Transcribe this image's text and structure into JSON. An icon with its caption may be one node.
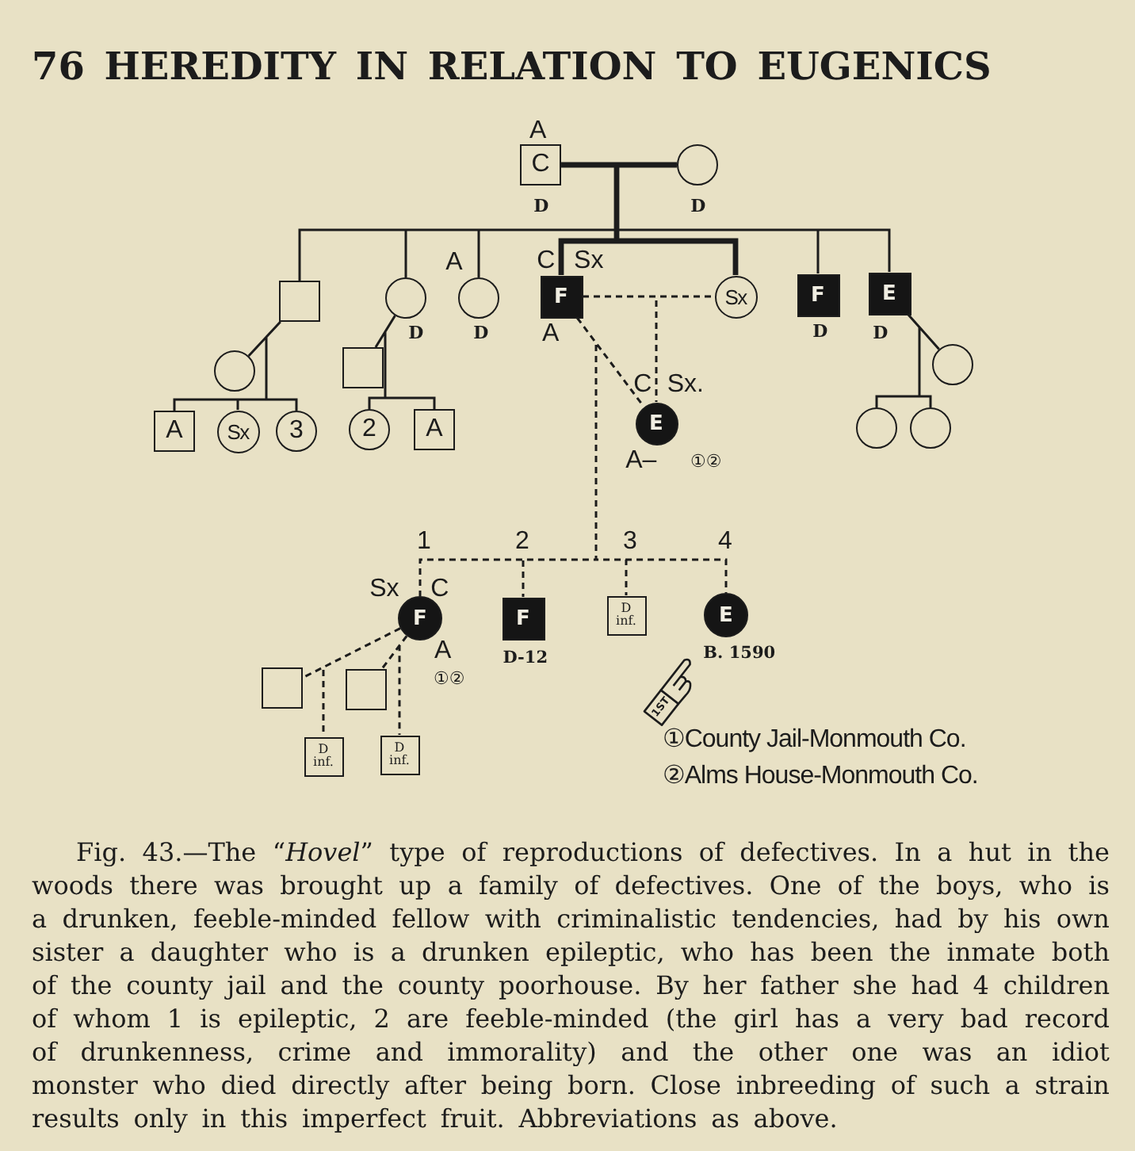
{
  "diagram": {
    "title": "76 HEREDITY IN RELATION TO EUGENICS",
    "caption": "Fig. 43.—The “*Hovel*” type of reproductions of defectives. In a hut in the woods there was brought up a family of defectives. One of the boys, who is a drunken, feeble-minded fellow with criminalistic tendencies, had by his own sister a daughter who is a drunken epileptic, who has been the inmate both of the county jail and the county poorhouse. By her father she had 4 children of whom 1 is epileptic, 2 are feeble-minded (the girl has a very bad record of drunkenness, crime and immorality) and the other one was an idiot monster who died directly after being born. Close inbreeding of such a strain results only in this imperfect fruit. Abbreviations as above.",
    "nodes": [
      {
        "text": [
          "C"
        ],
        "beside": [
          "A",
          "D"
        ]
      },
      {
        "text": [],
        "shape": "circle",
        "beside": [
          "D"
        ]
      },
      {
        "text": [],
        "shape": "box"
      },
      {
        "text": [],
        "shape": "circle",
        "beside": [
          "D"
        ]
      },
      {
        "text": [],
        "shape": "circle",
        "beside": [
          "A",
          "D"
        ]
      },
      {
        "text": [
          "F"
        ],
        "beside": [
          "C",
          "Sx",
          "A"
        ]
      },
      {
        "text": [
          "Sx"
        ]
      },
      {
        "text": [
          "F"
        ],
        "beside": [
          "D"
        ]
      },
      {
        "text": [
          "E"
        ],
        "beside": [
          "D"
        ]
      },
      {
        "text": [],
        "shape": "circle"
      },
      {
        "text": [
          "A"
        ]
      },
      {
        "text": [
          "Sx"
        ]
      },
      {
        "text": [
          "3"
        ]
      },
      {
        "text": [],
        "shape": "box"
      },
      {
        "text": [
          "2"
        ]
      },
      {
        "text": [
          "A"
        ]
      },
      {
        "text": [],
        "shape": "circle"
      },
      {
        "text": [],
        "shape": "circle"
      },
      {
        "text": [],
        "shape": "circle"
      },
      {
        "text": [
          "E"
        ],
        "beside": [
          "C",
          "Sx.",
          "A–",
          "①②"
        ]
      },
      {
        "text": [
          "F"
        ],
        "beside": [
          "1",
          "Sx",
          "C",
          "A",
          "①②"
        ]
      },
      {
        "text": [
          "F"
        ],
        "beside": [
          "2",
          "D-12"
        ]
      },
      {
        "text": [
          "D inf."
        ],
        "beside": [
          "3"
        ]
      },
      {
        "text": [
          "E"
        ],
        "beside": [
          "4",
          "B. 1590"
        ]
      },
      {
        "text": [],
        "shape": "box"
      },
      {
        "text": [],
        "shape": "box"
      },
      {
        "text": [
          "D inf."
        ]
      },
      {
        "text": [
          "D inf."
        ]
      }
    ],
    "edges": [
      {
        "from": 0,
        "to": 1,
        "arrow": "none",
        "style": "thick"
      },
      {
        "from": 0,
        "to": 2,
        "arrow": "none"
      },
      {
        "from": 0,
        "to": 3,
        "arrow": "none"
      },
      {
        "from": 0,
        "to": 4,
        "arrow": "none"
      },
      {
        "from": 0,
        "to": 5,
        "arrow": "none",
        "style": "thick"
      },
      {
        "from": 0,
        "to": 6,
        "arrow": "none",
        "style": "thick"
      },
      {
        "from": 0,
        "to": 7,
        "arrow": "none"
      },
      {
        "from": 0,
        "to": 8,
        "arrow": "none"
      },
      {
        "from": 2,
        "to": 9,
        "arrow": "none"
      },
      {
        "from": 2,
        "to": 10,
        "arrow": "none"
      },
      {
        "from": 2,
        "to": 11,
        "arrow": "none"
      },
      {
        "from": 2,
        "to": 12,
        "arrow": "none"
      },
      {
        "from": 3,
        "to": 13,
        "arrow": "none"
      },
      {
        "from": 3,
        "to": 14,
        "arrow": "none"
      },
      {
        "from": 3,
        "to": 15,
        "arrow": "none"
      },
      {
        "from": 8,
        "to": 16,
        "arrow": "none"
      },
      {
        "from": 8,
        "to": 17,
        "arrow": "none"
      },
      {
        "from": 8,
        "to": 18,
        "arrow": "none"
      },
      {
        "from": 5,
        "to": 6,
        "arrow": "none",
        "style": "dashed"
      },
      {
        "from": 5,
        "to": 19,
        "arrow": "none",
        "style": "dashed"
      },
      {
        "from": 5,
        "to": 19,
        "arrow": "none",
        "style": "dashed"
      },
      {
        "from": 5,
        "to": 20,
        "arrow": "none",
        "style": "dashed"
      },
      {
        "from": 5,
        "to": 21,
        "arrow": "none",
        "style": "dashed"
      },
      {
        "from": 5,
        "to": 22,
        "arrow": "none",
        "style": "dashed"
      },
      {
        "from": 5,
        "to": 23,
        "arrow": "none",
        "style": "dashed"
      },
      {
        "from": 20,
        "to": 24,
        "arrow": "none",
        "style": "dashed"
      },
      {
        "from": 20,
        "to": 26,
        "arrow": "none",
        "style": "dashed"
      },
      {
        "from": 20,
        "to": 25,
        "arrow": "none",
        "style": "dashed"
      },
      {
        "from": 20,
        "to": 27,
        "arrow": "none",
        "style": "dashed"
      }
    ],
    "labels": [
      "1ST"
    ],
    "legend": [
      {
        "text": "①County Jail-Monmouth Co."
      },
      {
        "text": "②Alms House-Monmouth Co."
      }
    ]
  }
}
